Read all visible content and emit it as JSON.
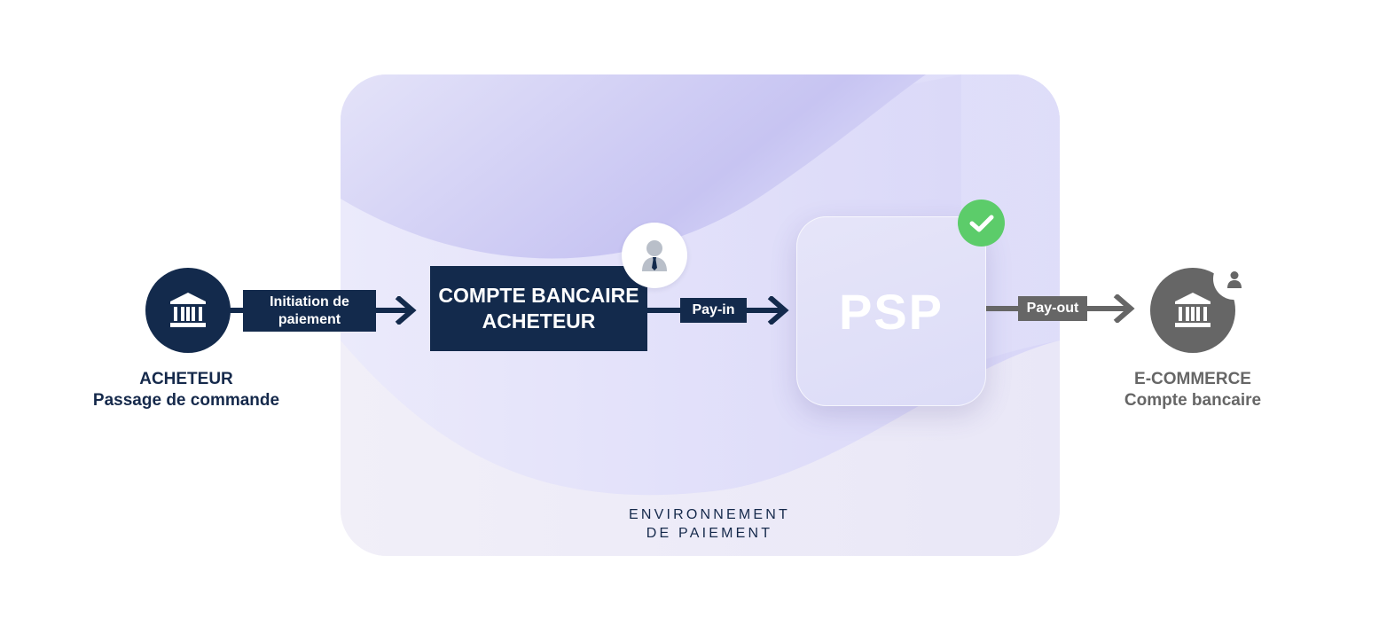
{
  "colors": {
    "navy": "#132a4c",
    "grey": "#666666",
    "lavender": "#c9c6f3",
    "check_green": "#5ccc6a"
  },
  "buyer": {
    "icon": "bank-icon",
    "title": "ACHETEUR",
    "subtitle": "Passage de commande"
  },
  "edges": {
    "initiation_line1": "Initiation de",
    "initiation_line2": "paiement",
    "payin": "Pay-in",
    "payout": "Pay-out"
  },
  "account": {
    "line1": "COMPTE BANCAIRE",
    "line2": "ACHETEUR",
    "badge_icon": "user-icon"
  },
  "psp": {
    "label": "PSP",
    "badge_icon": "check-icon"
  },
  "merchant": {
    "icon": "bank-icon",
    "badge_icon": "user-icon",
    "title": "E-COMMERCE",
    "subtitle": "Compte bancaire"
  },
  "environment": {
    "line1": "ENVIRONNEMENT",
    "line2": "DE PAIEMENT"
  }
}
